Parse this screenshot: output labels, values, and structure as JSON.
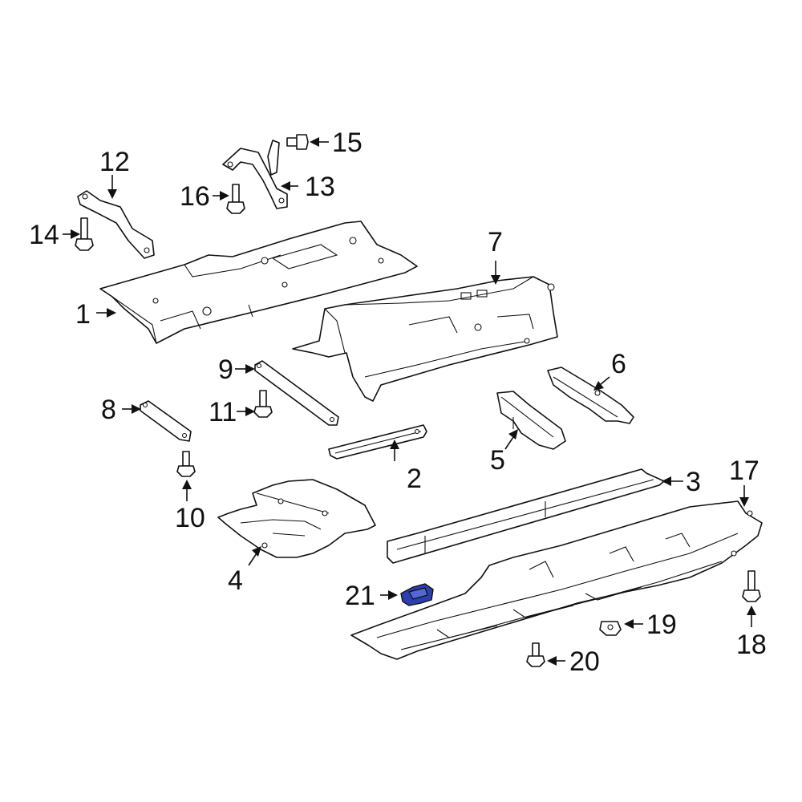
{
  "callouts": [
    "1",
    "2",
    "3",
    "4",
    "5",
    "6",
    "7",
    "8",
    "9",
    "10",
    "11",
    "12",
    "13",
    "14",
    "15",
    "16",
    "17",
    "18",
    "19",
    "20",
    "21"
  ],
  "colors": {
    "line": "#111111",
    "background": "#ffffff",
    "highlight": "#2b3fb0"
  },
  "highlighted_part": "21"
}
